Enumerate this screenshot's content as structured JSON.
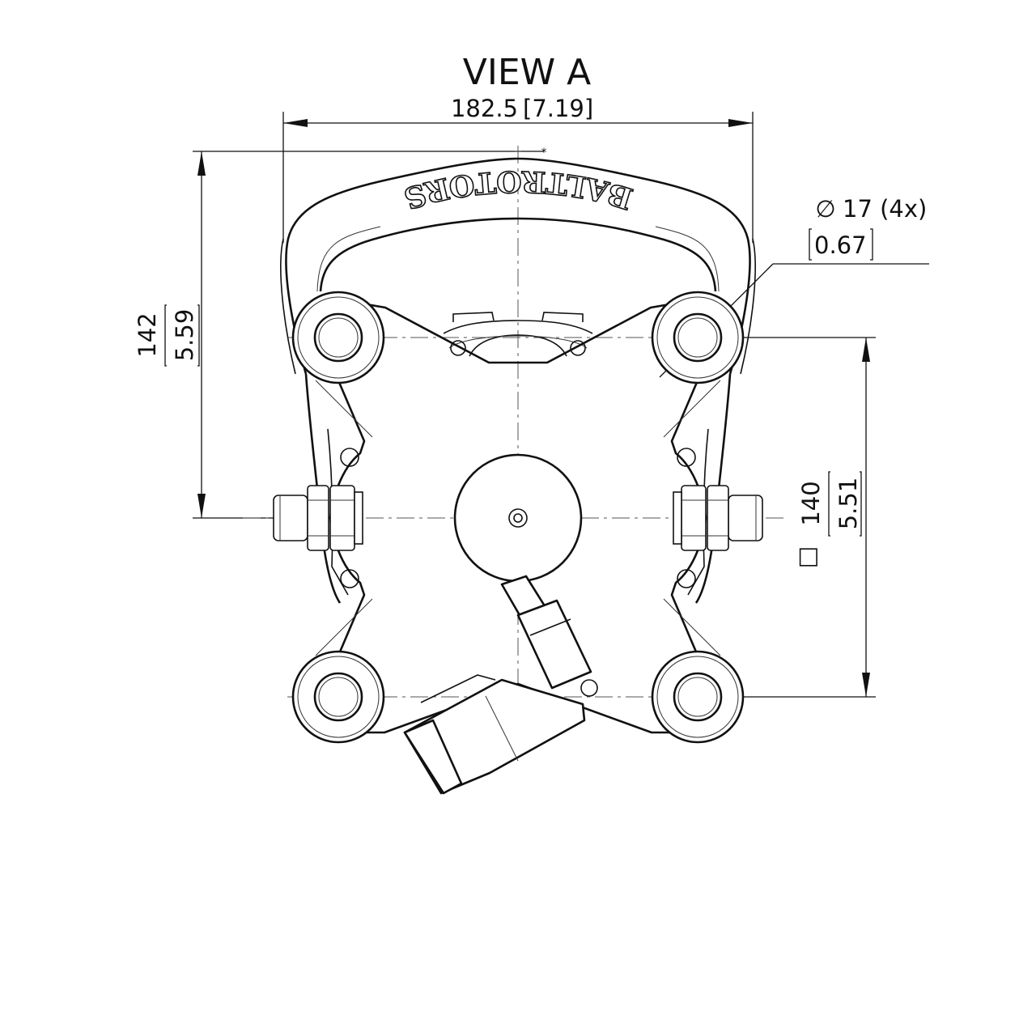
{
  "view_title": "VIEW A",
  "brand_text": "BALTROTORS",
  "dimensions": {
    "width_mm": "182.5",
    "width_in": "[7.19]",
    "height_mm": "142",
    "height_in": "5.59",
    "hole_diameter_symbol": "∅",
    "hole_diameter_mm": "17 (4x)",
    "hole_diameter_in": "0.67",
    "hole_spacing_symbol": "□",
    "hole_spacing_mm": "140",
    "hole_spacing_in": "5.51"
  }
}
